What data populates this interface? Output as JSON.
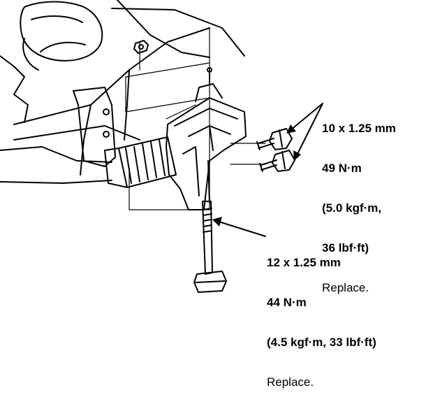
{
  "callouts": {
    "upper_bolts": {
      "size": "10 x 1.25 mm",
      "torque_nm": "49 N·m",
      "torque_kgf": "(5.0 kgf·m,",
      "torque_lbf": "36 lbf·ft)",
      "note": "Replace."
    },
    "lower_bolt": {
      "size": "12 x 1.25 mm",
      "torque_nm": "44 N·m",
      "torque_kgf_lbf": "(4.5 kgf·m, 33 lbf·ft)",
      "note": "Replace."
    }
  },
  "colors": {
    "line": "#000000",
    "background": "#ffffff"
  }
}
